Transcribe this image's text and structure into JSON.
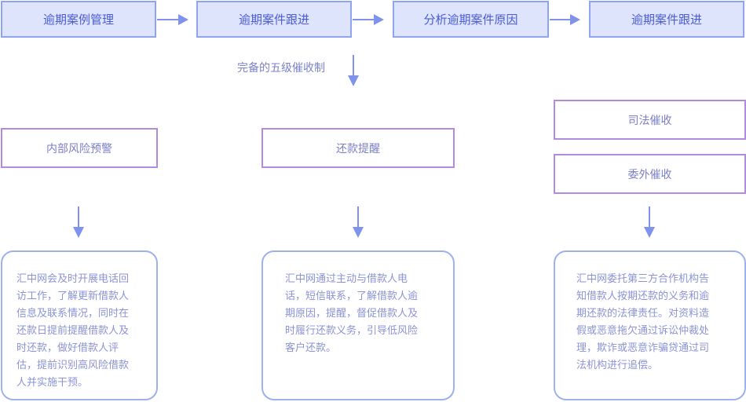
{
  "flow": {
    "steps": [
      "逾期案例管理",
      "逾期案件跟进",
      "分析逾期案件原因",
      "逾期案件跟进"
    ],
    "note": "完备的五级催收制"
  },
  "columns": [
    {
      "boxes": [
        "内部风险预警"
      ],
      "description": [
        "汇中网会及时开展电话回",
        "访工作，了解更新借款人",
        "信息及联系情况，同时在",
        "还款日提前提醒借款人及",
        "时还款，做好借款人评",
        "估，提前识别高风险借款",
        "人并实施干预。"
      ]
    },
    {
      "boxes": [
        "还款提醒"
      ],
      "description": [
        "汇中网通过主动与借款人电",
        "话，短信联系，了解借款人逾",
        "期原因，提醒，督促借款人及",
        "时履行还款义务，引导低风险",
        "客户还款。"
      ]
    },
    {
      "boxes": [
        "司法催收",
        "委外催收"
      ],
      "description": [
        "汇中网委托第三方合作机构告",
        "知借款人按期还款的义务和逾",
        "期还款的法律责任。对资料造",
        "假或恶意拖欠通过诉讼仲裁处",
        "理，欺诈或恶意诈骗贷通过司",
        "法机构进行追偿。"
      ]
    }
  ],
  "colors": {
    "arrow": "#7f93ec",
    "step_fill": "#dde4fb",
    "step_border": "#8ea4ee",
    "box_border": "#b08be0",
    "desc_border": "#9cb1ee",
    "text": "#7a7fc6"
  }
}
